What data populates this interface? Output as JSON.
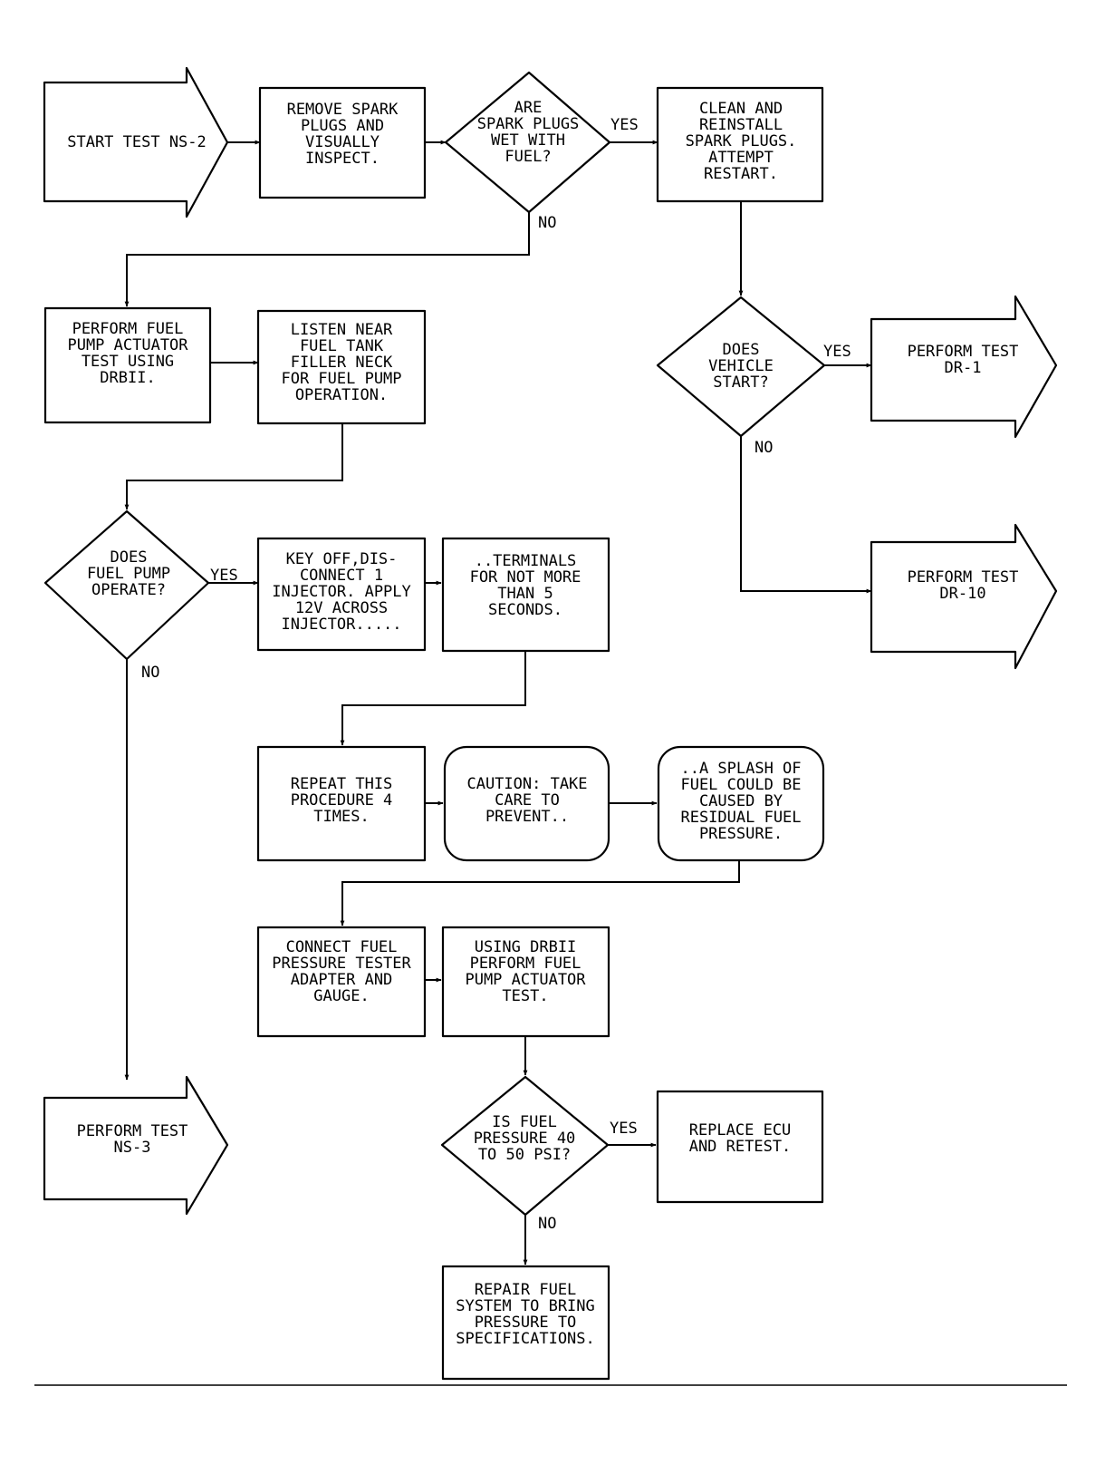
{
  "diagram": {
    "nodes": {
      "start": {
        "shape": "arrow-box",
        "lines": [
          "START TEST NS-2"
        ]
      },
      "remove": {
        "shape": "box",
        "lines": [
          "REMOVE SPARK",
          "PLUGS AND",
          "VISUALLY",
          "INSPECT."
        ]
      },
      "wet": {
        "shape": "diamond",
        "lines": [
          "ARE",
          "SPARK PLUGS",
          "WET WITH",
          "FUEL?"
        ]
      },
      "clean": {
        "shape": "box",
        "lines": [
          "CLEAN AND",
          "REINSTALL",
          "SPARK PLUGS.",
          "ATTEMPT",
          "RESTART."
        ]
      },
      "actuator": {
        "shape": "box",
        "lines": [
          "PERFORM FUEL",
          "PUMP ACTUATOR",
          "TEST USING",
          "DRBII."
        ]
      },
      "listen": {
        "shape": "box",
        "lines": [
          "LISTEN NEAR",
          "FUEL TANK",
          "FILLER NECK",
          "FOR FUEL PUMP",
          "OPERATION."
        ]
      },
      "starts": {
        "shape": "diamond",
        "lines": [
          "DOES",
          "VEHICLE",
          "START?"
        ]
      },
      "dr1": {
        "shape": "arrow-box",
        "lines": [
          "PERFORM TEST",
          "DR-1"
        ]
      },
      "operate": {
        "shape": "diamond",
        "lines": [
          "DOES",
          "FUEL PUMP",
          "OPERATE?"
        ]
      },
      "keyoff": {
        "shape": "box",
        "lines": [
          "KEY OFF,DIS-",
          "CONNECT 1",
          "INJECTOR. APPLY",
          "12V ACROSS",
          "INJECTOR....."
        ]
      },
      "terminals": {
        "shape": "box",
        "lines": [
          "..TERMINALS",
          "FOR NOT MORE",
          "THAN 5",
          "SECONDS."
        ]
      },
      "dr10": {
        "shape": "arrow-box",
        "lines": [
          "PERFORM TEST",
          "DR-10"
        ]
      },
      "repeat": {
        "shape": "box",
        "lines": [
          "REPEAT THIS",
          "PROCEDURE 4",
          "TIMES."
        ]
      },
      "caution": {
        "shape": "rounded",
        "lines": [
          "CAUTION: TAKE",
          "CARE TO",
          "PREVENT.."
        ]
      },
      "splash": {
        "shape": "rounded",
        "lines": [
          "..A SPLASH OF",
          "FUEL COULD BE",
          "CAUSED BY",
          "RESIDUAL FUEL",
          "PRESSURE."
        ]
      },
      "connect": {
        "shape": "box",
        "lines": [
          "CONNECT FUEL",
          "PRESSURE TESTER",
          "ADAPTER AND",
          "GAUGE."
        ]
      },
      "using": {
        "shape": "box",
        "lines": [
          "USING DRBII",
          "PERFORM FUEL",
          "PUMP ACTUATOR",
          "TEST."
        ]
      },
      "ns3": {
        "shape": "arrow-box",
        "lines": [
          "PERFORM TEST",
          "NS-3"
        ]
      },
      "pressure": {
        "shape": "diamond",
        "lines": [
          "IS FUEL",
          "PRESSURE 40",
          "TO 50 PSI?"
        ]
      },
      "replace": {
        "shape": "box",
        "lines": [
          "REPLACE ECU",
          "AND RETEST."
        ]
      },
      "repair": {
        "shape": "box",
        "lines": [
          "REPAIR FUEL",
          "SYSTEM TO BRING",
          "PRESSURE TO",
          "SPECIFICATIONS."
        ]
      }
    },
    "edge_labels": {
      "wet_yes": "YES",
      "wet_no": "NO",
      "starts_yes": "YES",
      "starts_no": "NO",
      "operate_yes": "YES",
      "operate_no": "NO",
      "pressure_yes": "YES",
      "pressure_no": "NO"
    }
  }
}
